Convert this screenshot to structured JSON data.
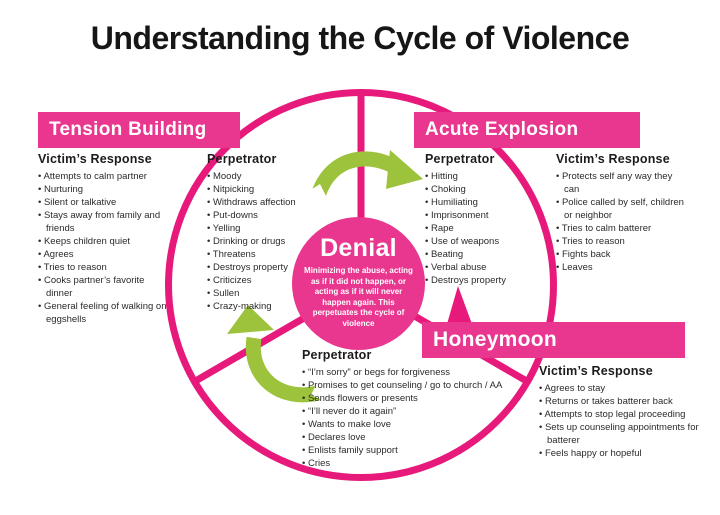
{
  "title": "Understanding the Cycle of Violence",
  "colors": {
    "banner_pink": "#e9368f",
    "ring_pink": "#e7197b",
    "arrow_green": "#9cc33b",
    "text_black": "#1c1c1c"
  },
  "center": {
    "title": "Denial",
    "description": "Minimizing the abuse, acting as if it did not happen, or acting as if it will never happen again. This perpetuates the cycle of violence"
  },
  "phases": [
    {
      "label": "Tension Building",
      "perpetrator": {
        "heading": "Perpetrator",
        "items": [
          "Moody",
          "Nitpicking",
          "Withdraws affection",
          "Put-downs",
          "Yelling",
          "Drinking or drugs",
          "Threatens",
          "Destroys property",
          "Criticizes",
          "Sullen",
          "Crazy-making"
        ]
      },
      "victim": {
        "heading": "Victim’s Response",
        "items": [
          "Attempts to calm partner",
          "Nurturing",
          "Silent or talkative",
          "Stays away from family and friends",
          "Keeps children quiet",
          "Agrees",
          "Tries to reason",
          "Cooks partner’s favorite dinner",
          "General feeling of walking on eggshells"
        ]
      }
    },
    {
      "label": "Acute Explosion",
      "perpetrator": {
        "heading": "Perpetrator",
        "items": [
          "Hitting",
          "Choking",
          "Humiliating",
          "Imprisonment",
          "Rape",
          "Use of weapons",
          "Beating",
          "Verbal abuse",
          "Destroys property"
        ]
      },
      "victim": {
        "heading": "Victim’s Response",
        "items": [
          "Protects self any way they can",
          "Police called by self, children or neighbor",
          "Tries to calm batterer",
          "Tries to reason",
          "Fights back",
          "Leaves"
        ]
      }
    },
    {
      "label": "Honeymoon",
      "perpetrator": {
        "heading": "Perpetrator",
        "items": [
          "“I’m sorry” or begs for forgiveness",
          "Promises to get counseling / go to church / AA",
          "Sends flowers or presents",
          "“I’ll never do it again”",
          "Wants to make love",
          "Declares love",
          "Enlists family support",
          "Cries"
        ]
      },
      "victim": {
        "heading": "Victim’s Response",
        "items": [
          "Agrees to stay",
          "Returns or takes batterer back",
          "Attempts to stop legal proceeding",
          "Sets up counseling appointments for batterer",
          "Feels happy or hopeful"
        ]
      }
    }
  ]
}
